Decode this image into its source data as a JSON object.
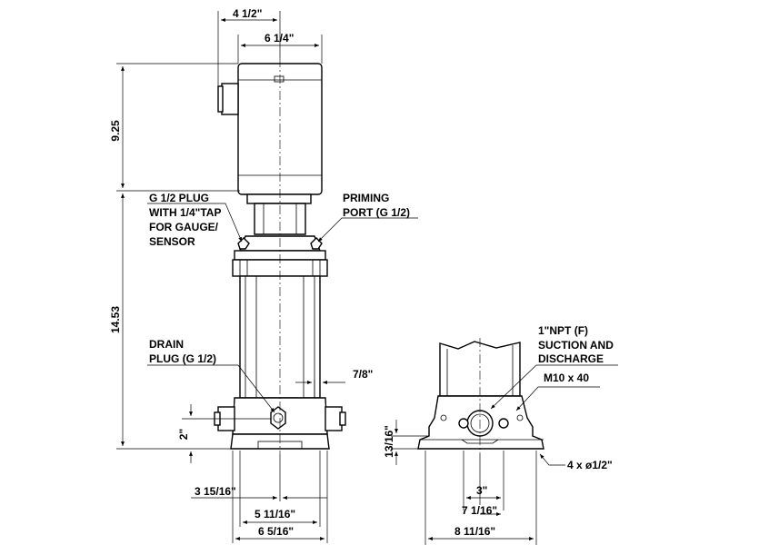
{
  "labels": {
    "dim_4_1_2": "4  1/2\"",
    "dim_6_1_4": "6  1/4\"",
    "dim_9_25": "9.25",
    "dim_14_53": "14.53",
    "dim_2": "2\"",
    "dim_3_15_16": "3 15/16\"",
    "dim_5_11_16": "5 11/16\"",
    "dim_6_5_16": "6 5/16\"",
    "dim_7_8": "7/8\"",
    "dim_13_16": "13/16\"",
    "dim_3": "3\"",
    "dim_7_1_16": "7 1/16\"",
    "dim_8_11_16": "8 11/16\"",
    "bolt_holes": "4 x ø1/2\"",
    "bolt_size": "M10 x 40",
    "gauge_plug_1": "G 1/2 PLUG",
    "gauge_plug_2": "WITH 1/4\"TAP",
    "gauge_plug_3": "FOR GAUGE/",
    "gauge_plug_4": "SENSOR",
    "priming_1": "PRIMING",
    "priming_2": "PORT (G 1/2)",
    "drain_1": "DRAIN",
    "drain_2": "PLUG (G 1/2)",
    "suction_1": "1\"NPT (F)",
    "suction_2": "SUCTION AND",
    "suction_3": "DISCHARGE"
  }
}
